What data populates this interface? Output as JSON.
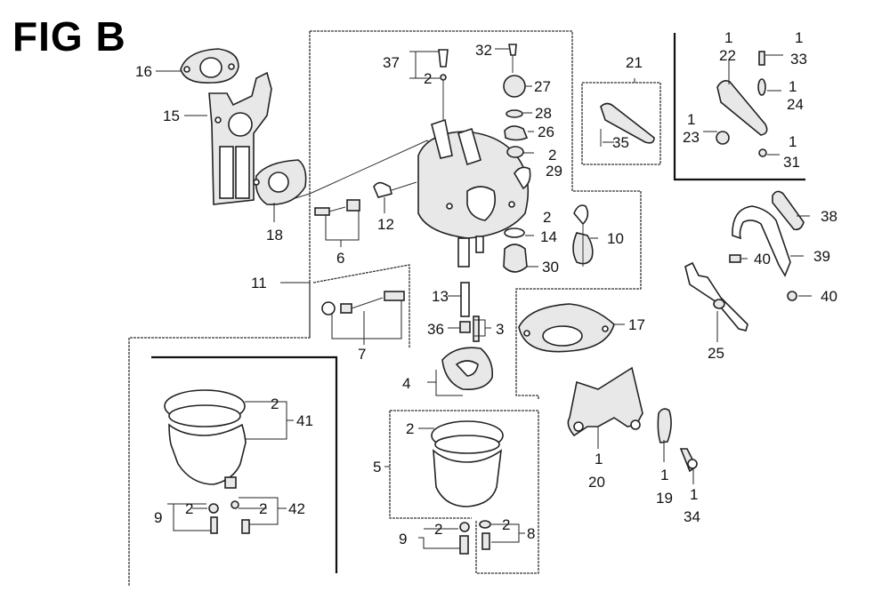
{
  "figure": {
    "title": "FIG B",
    "type": "exploded parts diagram (carburetor assembly)"
  },
  "callouts": [
    {
      "id": "c16",
      "part": "16",
      "qty": null
    },
    {
      "id": "c15",
      "part": "15",
      "qty": null
    },
    {
      "id": "c18",
      "part": "18",
      "qty": null
    },
    {
      "id": "c37",
      "part": "37",
      "qty": null
    },
    {
      "id": "c37q",
      "part": "2",
      "qty": null
    },
    {
      "id": "c32",
      "part": "32",
      "qty": null
    },
    {
      "id": "c27",
      "part": "27",
      "qty": null
    },
    {
      "id": "c28",
      "part": "28",
      "qty": null
    },
    {
      "id": "c26",
      "part": "26",
      "qty": null
    },
    {
      "id": "c29q",
      "part": "2",
      "qty": null
    },
    {
      "id": "c29",
      "part": "29",
      "qty": null
    },
    {
      "id": "c12",
      "part": "12",
      "qty": null
    },
    {
      "id": "c6",
      "part": "6",
      "qty": null
    },
    {
      "id": "c11",
      "part": "11",
      "qty": null
    },
    {
      "id": "c14q",
      "part": "2",
      "qty": null
    },
    {
      "id": "c14",
      "part": "14",
      "qty": null
    },
    {
      "id": "c30",
      "part": "30",
      "qty": null
    },
    {
      "id": "c10",
      "part": "10",
      "qty": null
    },
    {
      "id": "c21",
      "part": "21",
      "qty": null
    },
    {
      "id": "c35",
      "part": "35",
      "qty": null
    },
    {
      "id": "c13",
      "part": "13",
      "qty": null
    },
    {
      "id": "c36",
      "part": "36",
      "qty": null
    },
    {
      "id": "c3",
      "part": "3",
      "qty": null
    },
    {
      "id": "c7",
      "part": "7",
      "qty": null
    },
    {
      "id": "c17",
      "part": "17",
      "qty": null
    },
    {
      "id": "c4",
      "part": "4",
      "qty": null
    },
    {
      "id": "c41q",
      "part": "2",
      "qty": null
    },
    {
      "id": "c41",
      "part": "41",
      "qty": null
    },
    {
      "id": "c9aq",
      "part": "2",
      "qty": null
    },
    {
      "id": "c9a",
      "part": "9",
      "qty": null
    },
    {
      "id": "c42q",
      "part": "2",
      "qty": null
    },
    {
      "id": "c42",
      "part": "42",
      "qty": null
    },
    {
      "id": "c5q",
      "part": "2",
      "qty": null
    },
    {
      "id": "c5",
      "part": "5",
      "qty": null
    },
    {
      "id": "c9bq",
      "part": "2",
      "qty": null
    },
    {
      "id": "c9b",
      "part": "9",
      "qty": null
    },
    {
      "id": "c8q",
      "part": "2",
      "qty": null
    },
    {
      "id": "c8",
      "part": "8",
      "qty": null
    },
    {
      "id": "c22q",
      "part": "1",
      "qty": null
    },
    {
      "id": "c22",
      "part": "22",
      "qty": null
    },
    {
      "id": "c33q",
      "part": "1",
      "qty": null
    },
    {
      "id": "c33",
      "part": "33",
      "qty": null
    },
    {
      "id": "c24q",
      "part": "1",
      "qty": null
    },
    {
      "id": "c24",
      "part": "24",
      "qty": null
    },
    {
      "id": "c23q",
      "part": "1",
      "qty": null
    },
    {
      "id": "c23",
      "part": "23",
      "qty": null
    },
    {
      "id": "c31q",
      "part": "1",
      "qty": null
    },
    {
      "id": "c31",
      "part": "31",
      "qty": null
    },
    {
      "id": "c38",
      "part": "38",
      "qty": null
    },
    {
      "id": "c39",
      "part": "39",
      "qty": null
    },
    {
      "id": "c40a",
      "part": "40",
      "qty": null
    },
    {
      "id": "c40b",
      "part": "40",
      "qty": null
    },
    {
      "id": "c25",
      "part": "25",
      "qty": null
    },
    {
      "id": "c20q",
      "part": "1",
      "qty": null
    },
    {
      "id": "c20",
      "part": "20",
      "qty": null
    },
    {
      "id": "c19q",
      "part": "1",
      "qty": null
    },
    {
      "id": "c19",
      "part": "19",
      "qty": null
    },
    {
      "id": "c34q",
      "part": "1",
      "qty": null
    },
    {
      "id": "c34",
      "part": "34",
      "qty": null
    }
  ],
  "parts": {
    "p2": "2",
    "p3": "3",
    "p4": "4",
    "p5": "5",
    "p6": "6",
    "p7": "7",
    "p8": "8",
    "p9": "9",
    "p10": "10",
    "p11": "11",
    "p12": "12",
    "p13": "13",
    "p14": "14",
    "p15": "15",
    "p16": "16",
    "p17": "17",
    "p18": "18",
    "p19": "19",
    "p20": "20",
    "p21": "21",
    "p22": "22",
    "p23": "23",
    "p24": "24",
    "p25": "25",
    "p26": "26",
    "p27": "27",
    "p28": "28",
    "p29": "29",
    "p30": "30",
    "p31": "31",
    "p32": "32",
    "p33": "33",
    "p34": "34",
    "p35": "35",
    "p36": "36",
    "p37": "37",
    "p38": "38",
    "p39": "39",
    "p40": "40",
    "p41": "41",
    "p42": "42",
    "q1": "1"
  }
}
